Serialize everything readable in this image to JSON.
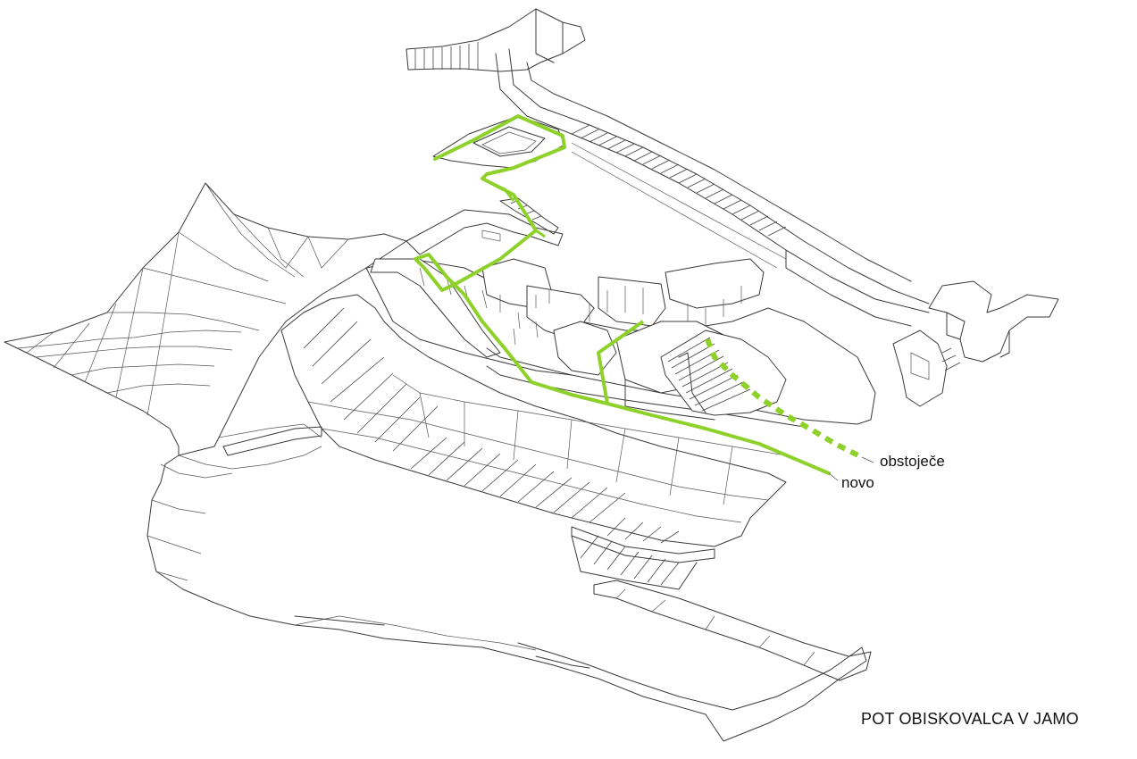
{
  "legend": {
    "existing_label": "obstoječe",
    "new_label": "novo"
  },
  "title": "POT OBISKOVALCA V JAMO",
  "colors": {
    "route": "#8fd12b",
    "lines": "#3a3a3a",
    "background": "#ffffff"
  }
}
